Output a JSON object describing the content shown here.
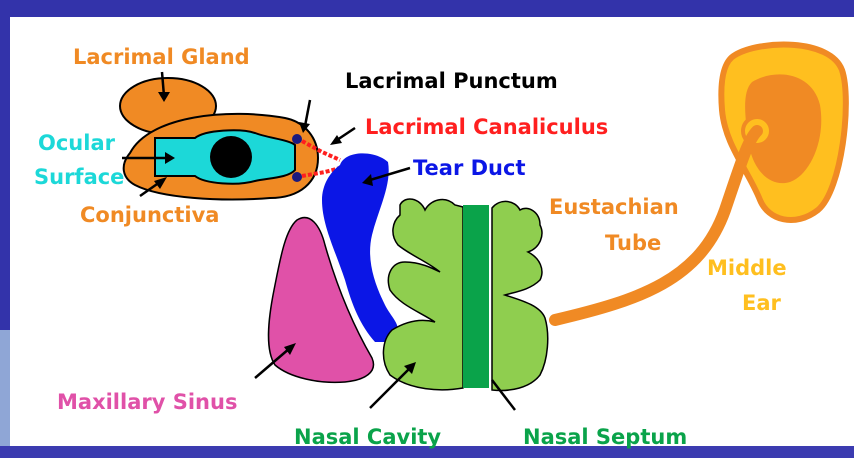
{
  "labels": {
    "lacrimal_gland": "Lacrimal Gland",
    "lacrimal_punctum": "Lacrimal Punctum",
    "ocular": "Ocular",
    "surface": "Surface",
    "lacrimal_canaliculus": "Lacrimal Canaliculus",
    "tear_duct": "Tear Duct",
    "conjunctiva": "Conjunctiva",
    "eustachian": "Eustachian",
    "tube": "Tube",
    "middle": "Middle",
    "ear": "Ear",
    "maxillary_sinus": "Maxillary Sinus",
    "nasal_cavity": "Nasal Cavity",
    "nasal_septum": "Nasal Septum"
  },
  "colors": {
    "frame": "#3333aa",
    "orange": "#f08a24",
    "cyan": "#1cd8d8",
    "red": "#ff1f1f",
    "blue": "#0b16e6",
    "green": "#8fce4f",
    "septum": "#0aa34a",
    "pink": "#e051a8",
    "ear_yellow": "#ffbf1f",
    "black": "#000000"
  }
}
